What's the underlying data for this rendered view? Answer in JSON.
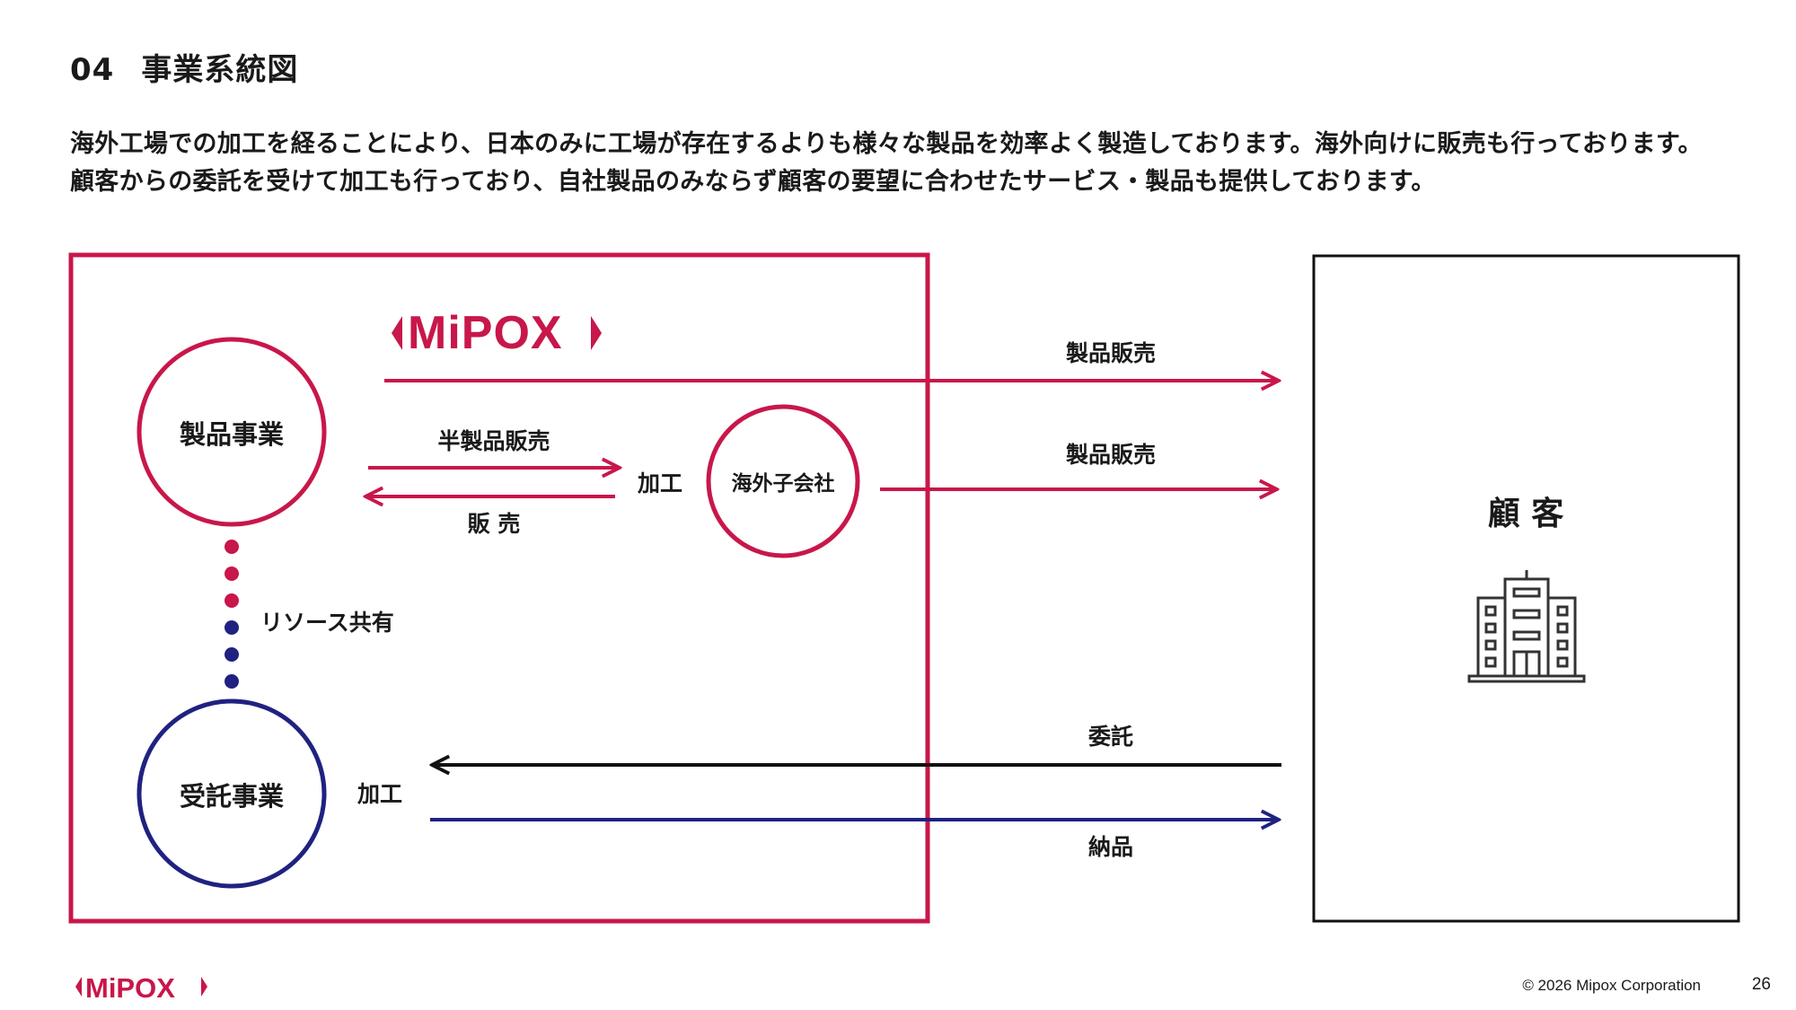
{
  "header": {
    "section_number": "04",
    "title": "事業系統図"
  },
  "description": {
    "line1": "海外工場での加工を経ることにより、日本のみに工場が存在するよりも様々な製品を効率よく製造しております。海外向けに販売も行っております。",
    "line2": "顧客からの委託を受けて加工も行っており、自社製品のみならず顧客の要望に合わせたサービス・製品も提供しております。"
  },
  "diagram": {
    "company_logo": "MiPOX",
    "product_business": "製品事業",
    "contract_business": "受託事業",
    "overseas_subsidiary": "海外子会社",
    "resource_sharing": "リソース共有",
    "semi_product_sales": "半製品販売",
    "sales": "販 売",
    "processing_overseas": "加工",
    "processing_contract": "加工",
    "product_sales_1": "製品販売",
    "product_sales_2": "製品販売",
    "consignment": "委託",
    "delivery": "納品",
    "customer": "顧 客",
    "customer_icon": "office-building-icon"
  },
  "colors": {
    "brand_red": "#C8174A",
    "navy": "#1F2280",
    "black": "#111111"
  },
  "footer": {
    "logo": "MiPOX",
    "copyright": "© 2026 Mipox Corporation",
    "page_number": "26"
  }
}
